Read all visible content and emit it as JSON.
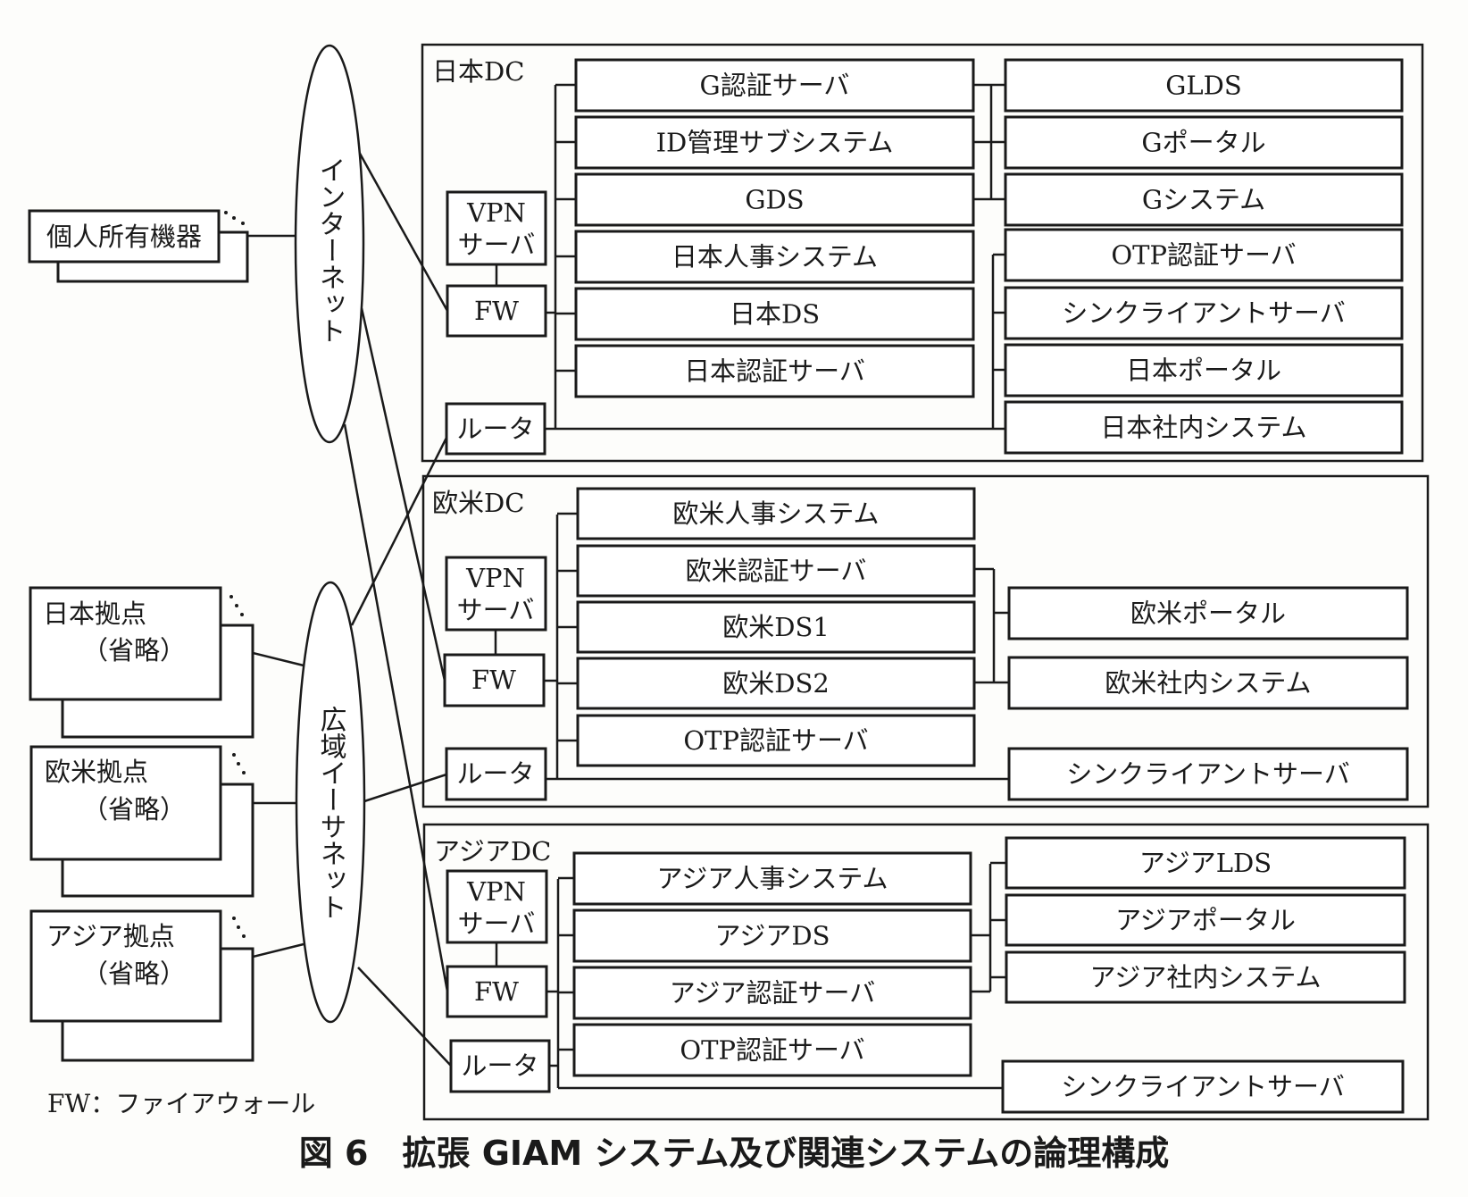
{
  "caption": "図 6　拡張 GIAM システム及び関連システムの論理構成",
  "legend": "FW：ファイアウォール",
  "networks": {
    "internet": "インターネット",
    "wan": "広域イーサネット"
  },
  "clients": {
    "personal": "個人所有機器",
    "japan_site": [
      "日本拠点",
      "（省略）"
    ],
    "us_eu_site": [
      "欧米拠点",
      "（省略）"
    ],
    "asia_site": [
      "アジア拠点",
      "（省略）"
    ]
  },
  "common": {
    "vpn": [
      "VPN",
      "サーバ"
    ],
    "fw": "FW",
    "router": "ルータ"
  },
  "japan_dc": {
    "title": "日本DC",
    "middle": [
      "G認証サーバ",
      "ID管理サブシステム",
      "GDS",
      "日本人事システム",
      "日本DS",
      "日本認証サーバ"
    ],
    "right": [
      "GLDS",
      "Gポータル",
      "Gシステム",
      "OTP認証サーバ",
      "シンクライアントサーバ",
      "日本ポータル",
      "日本社内システム"
    ]
  },
  "us_eu_dc": {
    "title": "欧米DC",
    "middle": [
      "欧米人事システム",
      "欧米認証サーバ",
      "欧米DS1",
      "欧米DS2",
      "OTP認証サーバ"
    ],
    "right": [
      "欧米ポータル",
      "欧米社内システム",
      "シンクライアントサーバ"
    ]
  },
  "asia_dc": {
    "title": "アジアDC",
    "middle": [
      "アジア人事システム",
      "アジアDS",
      "アジア認証サーバ",
      "OTP認証サーバ"
    ],
    "right": [
      "アジアLDS",
      "アジアポータル",
      "アジア社内システム",
      "シンクライアントサーバ"
    ]
  }
}
